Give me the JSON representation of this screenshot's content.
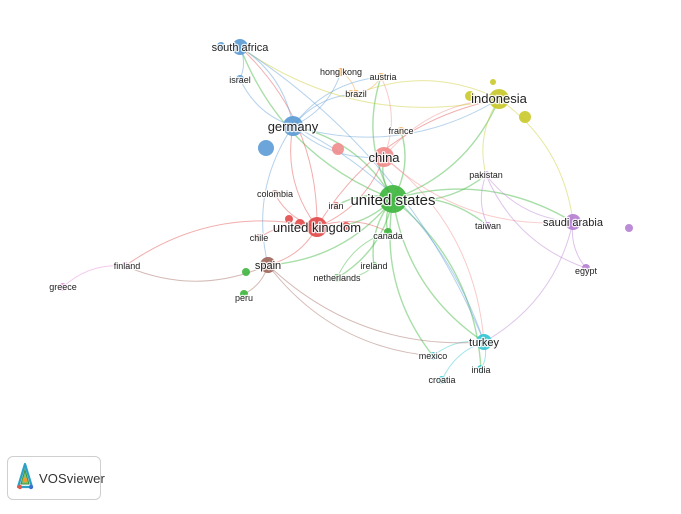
{
  "network": {
    "nodes": [
      {
        "id": "united states",
        "label": "united states",
        "color": "#3fb63f",
        "size": "largest"
      },
      {
        "id": "united kingdom",
        "label": "united kingdom",
        "color": "#e24a4a",
        "size": "large"
      },
      {
        "id": "germany",
        "label": "germany",
        "color": "#5b9bd5",
        "size": "large"
      },
      {
        "id": "china",
        "label": "china",
        "color": "#f08c8c",
        "size": "large"
      },
      {
        "id": "indonesia",
        "label": "indonesia",
        "color": "#c9c92a",
        "size": "large"
      },
      {
        "id": "spain",
        "label": "spain",
        "color": "#a0665a",
        "size": "medium"
      },
      {
        "id": "turkey",
        "label": "turkey",
        "color": "#33c6d3",
        "size": "medium"
      },
      {
        "id": "saudi arabia",
        "label": "saudi arabia",
        "color": "#b57fd1",
        "size": "medium"
      },
      {
        "id": "south africa",
        "label": "south africa",
        "color": "#5b9bd5",
        "size": "medium"
      },
      {
        "id": "israel",
        "label": "israel",
        "color": "#5b9bd5",
        "size": "small"
      },
      {
        "id": "hong kong",
        "label": "hong kong",
        "color": "#f0a040",
        "size": "small"
      },
      {
        "id": "austria",
        "label": "austria",
        "color": "#f0a040",
        "size": "small"
      },
      {
        "id": "brazil",
        "label": "brazil",
        "color": "#f0a040",
        "size": "small"
      },
      {
        "id": "france",
        "label": "france",
        "color": "#f0a040",
        "size": "small"
      },
      {
        "id": "colombia",
        "label": "colombia",
        "color": "#a0665a",
        "size": "small"
      },
      {
        "id": "iran",
        "label": "iran",
        "color": "#e24a4a",
        "size": "small"
      },
      {
        "id": "chile",
        "label": "chile",
        "color": "#a0665a",
        "size": "small"
      },
      {
        "id": "canada",
        "label": "canada",
        "color": "#3fb63f",
        "size": "small"
      },
      {
        "id": "ireland",
        "label": "ireland",
        "color": "#3fb63f",
        "size": "small"
      },
      {
        "id": "netherlands",
        "label": "netherlands",
        "color": "#3fb63f",
        "size": "small"
      },
      {
        "id": "peru",
        "label": "peru",
        "color": "#3fb63f",
        "size": "small"
      },
      {
        "id": "finland",
        "label": "finland",
        "color": "#e88ad6",
        "size": "small"
      },
      {
        "id": "greece",
        "label": "greece",
        "color": "#e88ad6",
        "size": "small"
      },
      {
        "id": "pakistan",
        "label": "pakistan",
        "color": "#b57fd1",
        "size": "small"
      },
      {
        "id": "taiwan",
        "label": "taiwan",
        "color": "#b57fd1",
        "size": "small"
      },
      {
        "id": "egypt",
        "label": "egypt",
        "color": "#b57fd1",
        "size": "small"
      },
      {
        "id": "mexico",
        "label": "mexico",
        "color": "#33c6d3",
        "size": "small"
      },
      {
        "id": "croatia",
        "label": "croatia",
        "color": "#33c6d3",
        "size": "small"
      },
      {
        "id": "india",
        "label": "india",
        "color": "#33c6d3",
        "size": "small"
      }
    ],
    "links": [
      [
        "united states",
        "united kingdom"
      ],
      [
        "united states",
        "germany"
      ],
      [
        "united states",
        "china"
      ],
      [
        "united states",
        "indonesia"
      ],
      [
        "united states",
        "spain"
      ],
      [
        "united states",
        "turkey"
      ],
      [
        "united states",
        "saudi arabia"
      ],
      [
        "united states",
        "canada"
      ],
      [
        "united states",
        "south africa"
      ],
      [
        "united states",
        "mexico"
      ],
      [
        "united states",
        "india"
      ],
      [
        "united states",
        "pakistan"
      ],
      [
        "united states",
        "taiwan"
      ],
      [
        "united states",
        "france"
      ],
      [
        "united states",
        "austria"
      ],
      [
        "united states",
        "ireland"
      ],
      [
        "united states",
        "netherlands"
      ],
      [
        "united states",
        "iran"
      ],
      [
        "united kingdom",
        "germany"
      ],
      [
        "united kingdom",
        "china"
      ],
      [
        "united kingdom",
        "spain"
      ],
      [
        "united kingdom",
        "south africa"
      ],
      [
        "united kingdom",
        "indonesia"
      ],
      [
        "united kingdom",
        "finland"
      ],
      [
        "united kingdom",
        "colombia"
      ],
      [
        "united kingdom",
        "chile"
      ],
      [
        "united kingdom",
        "canada"
      ],
      [
        "germany",
        "south africa"
      ],
      [
        "germany",
        "israel"
      ],
      [
        "germany",
        "china"
      ],
      [
        "germany",
        "brazil"
      ],
      [
        "germany",
        "hong kong"
      ],
      [
        "germany",
        "austria"
      ],
      [
        "germany",
        "indonesia"
      ],
      [
        "germany",
        "turkey"
      ],
      [
        "germany",
        "spain"
      ],
      [
        "china",
        "indonesia"
      ],
      [
        "china",
        "austria"
      ],
      [
        "china",
        "turkey"
      ],
      [
        "china",
        "saudi arabia"
      ],
      [
        "indonesia",
        "saudi arabia"
      ],
      [
        "indonesia",
        "pakistan"
      ],
      [
        "indonesia",
        "south africa"
      ],
      [
        "indonesia",
        "brazil"
      ],
      [
        "saudi arabia",
        "pakistan"
      ],
      [
        "saudi arabia",
        "egypt"
      ],
      [
        "saudi arabia",
        "turkey"
      ],
      [
        "turkey",
        "mexico"
      ],
      [
        "turkey",
        "india"
      ],
      [
        "turkey",
        "croatia"
      ],
      [
        "spain",
        "peru"
      ],
      [
        "spain",
        "mexico"
      ],
      [
        "spain",
        "finland"
      ],
      [
        "finland",
        "greece"
      ],
      [
        "south africa",
        "israel"
      ],
      [
        "brazil",
        "austria"
      ],
      [
        "hong kong",
        "brazil"
      ],
      [
        "canada",
        "netherlands"
      ],
      [
        "ireland",
        "netherlands"
      ],
      [
        "pakistan",
        "taiwan"
      ],
      [
        "egypt",
        "pakistan"
      ],
      [
        "spain",
        "turkey"
      ],
      [
        "south africa",
        "turkey"
      ]
    ]
  },
  "branding": {
    "product": "VOSviewer",
    "logo_icon": "vosviewer-logo-icon"
  }
}
